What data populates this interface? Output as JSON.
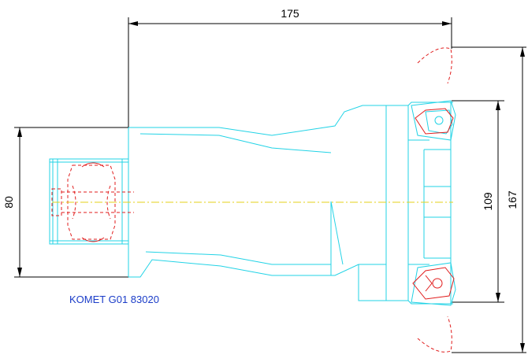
{
  "dimensions": {
    "length_top": "175",
    "diameter_shank": "80",
    "diameter_inner": "109",
    "diameter_outer": "167"
  },
  "label": "KOMET G01 83020",
  "colors": {
    "dimension": "#000000",
    "body_outline": "#22d3e6",
    "insert_detail": "#e11d1d",
    "center_axis": "#e6d21a",
    "label_text": "#1a3cc8"
  }
}
